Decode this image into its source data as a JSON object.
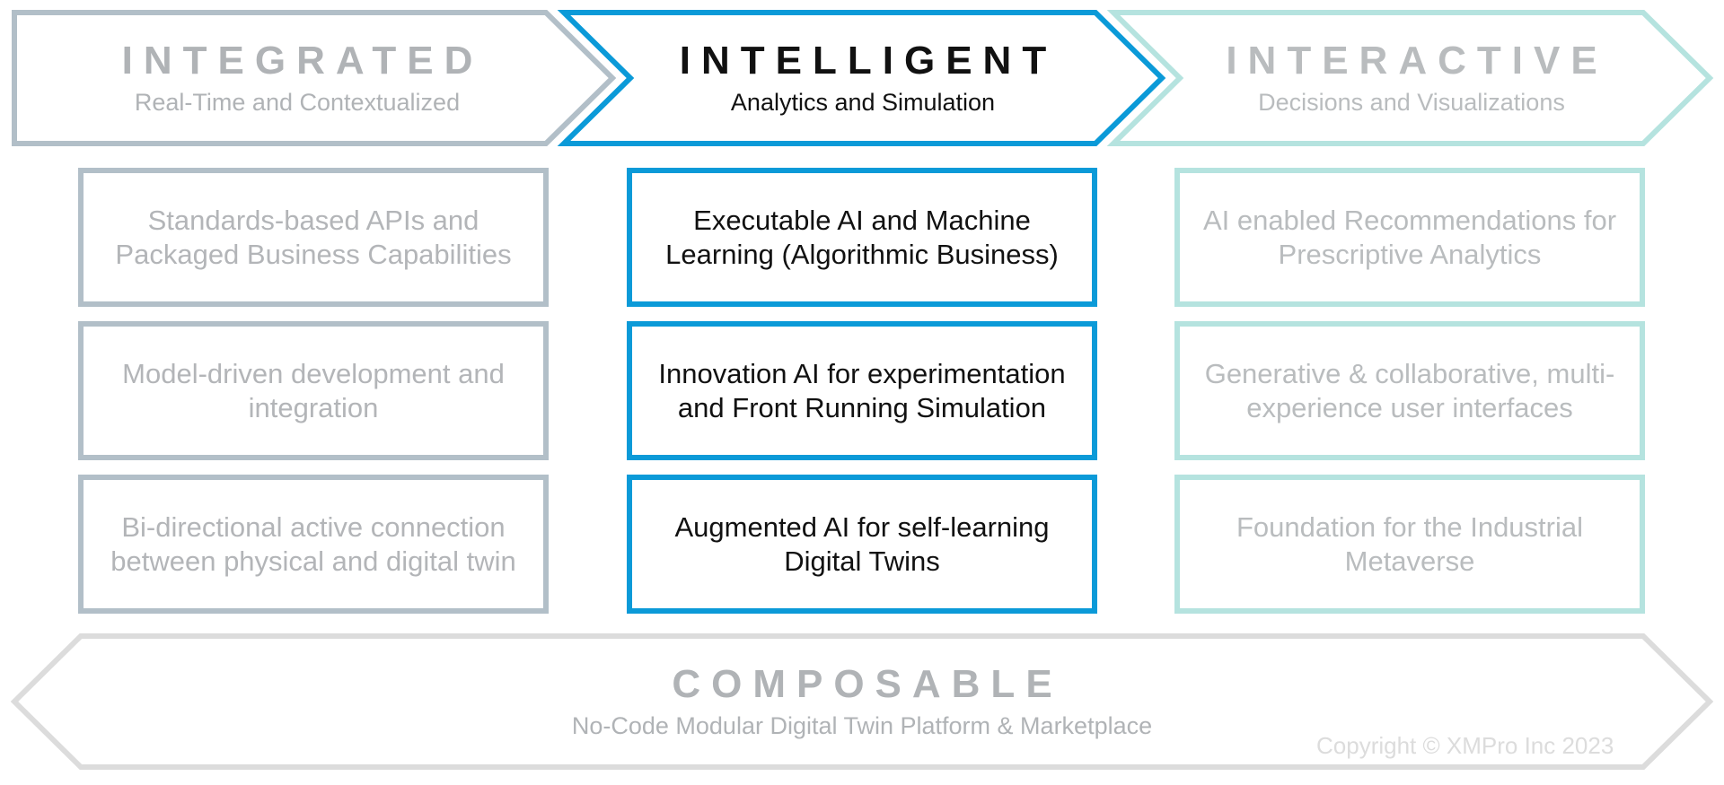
{
  "colors": {
    "integrated_border": "#b2bfc8",
    "intelligent_border": "#0b9ad8",
    "interactive_border": "#b5e3df",
    "composable_border": "#dcdcdc",
    "muted_text": "#b3b5b8",
    "dark_text": "#111111"
  },
  "columns": {
    "integrated": {
      "title": "INTEGRATED",
      "subtitle": "Real-Time and Contextualized",
      "items": [
        "Standards-based APIs and Packaged Business Capabilities",
        "Model-driven development and integration",
        "Bi-directional active connection between physical and digital twin"
      ]
    },
    "intelligent": {
      "title": "INTELLIGENT",
      "subtitle": "Analytics and Simulation",
      "items": [
        "Executable AI and Machine Learning (Algorithmic Business)",
        "Innovation AI for experimentation and Front Running Simulation",
        "Augmented AI for self-learning Digital Twins"
      ]
    },
    "interactive": {
      "title": "INTERACTIVE",
      "subtitle": "Decisions and Visualizations",
      "items": [
        "AI enabled Recommendations for Prescriptive Analytics",
        "Generative & collaborative, multi-experience user interfaces",
        "Foundation for the Industrial Metaverse"
      ]
    }
  },
  "composable": {
    "title": "COMPOSABLE",
    "subtitle": "No-Code Modular Digital Twin Platform & Marketplace"
  },
  "copyright": "Copyright © XMPro Inc 2023"
}
